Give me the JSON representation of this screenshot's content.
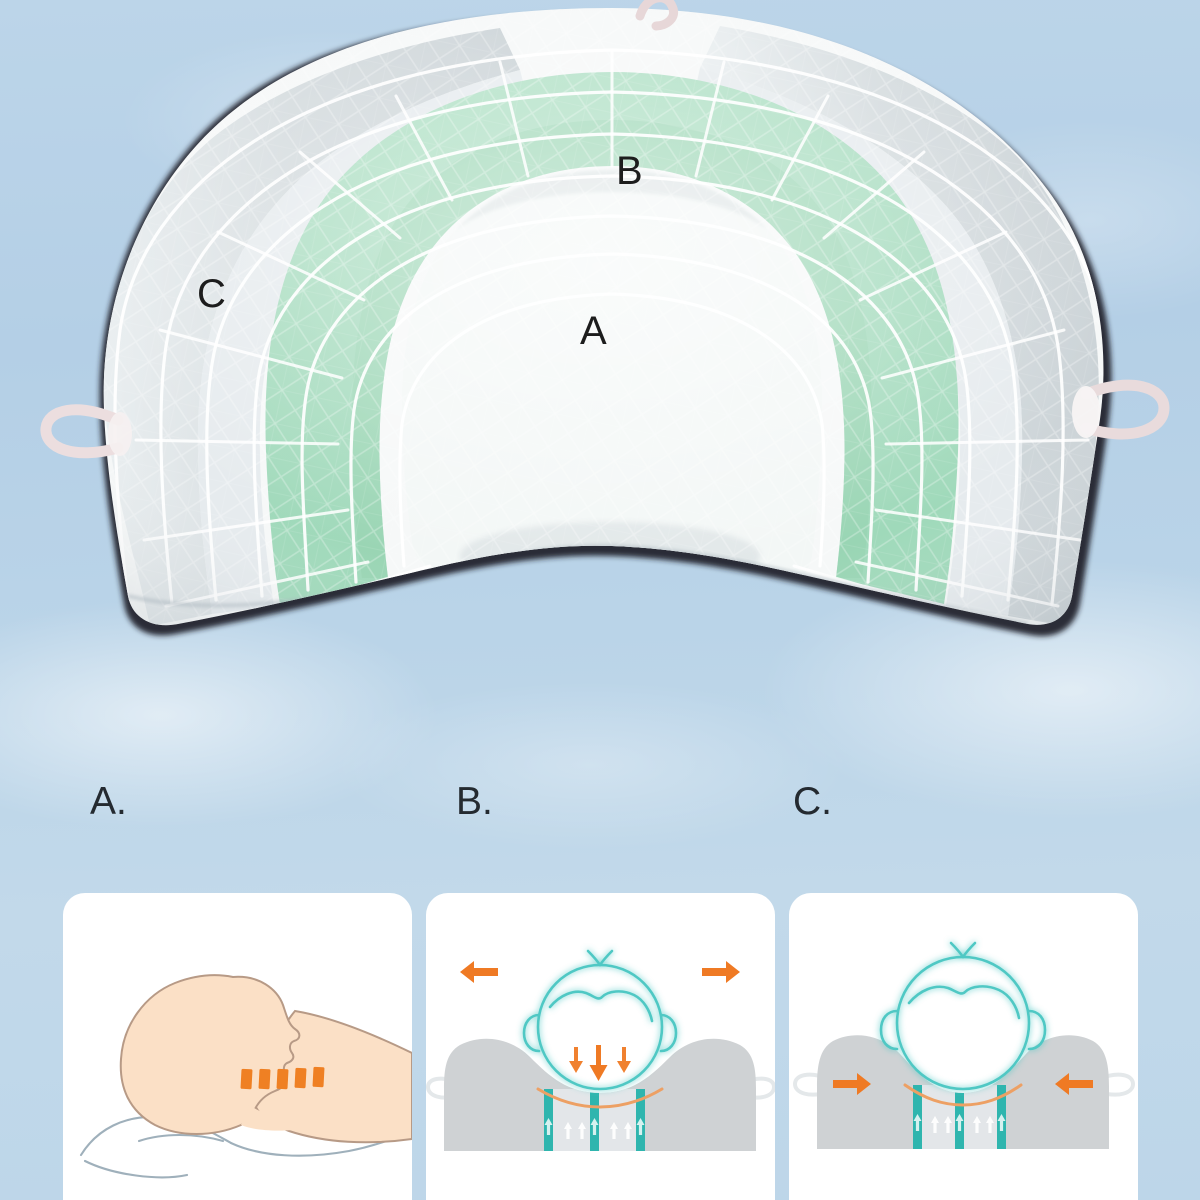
{
  "scene": {
    "background_top_color": "#bcd5e9",
    "background_bottom_color": "#bdd6e9",
    "description": "Sky-blue product infographic for a U-shaped cervical memory-foam pillow"
  },
  "product": {
    "name": "u-shaped-cervical-pillow",
    "fabric_color": "#f4f7f6",
    "zone_b_color": "#a9ddc1",
    "zone_c_color": "#d8dfe2",
    "piping_color": "#1c2128",
    "loop_color": "#eadfe0",
    "quilt_line_color": "#ffffff",
    "zones": [
      {
        "id": "A",
        "letter": "A",
        "region": "center-cradle",
        "color": "#f2f6f5"
      },
      {
        "id": "B",
        "letter": "B",
        "region": "inner-green-arch",
        "color": "#a9ddc1"
      },
      {
        "id": "C",
        "letter": "C",
        "region": "outer-grey-wing",
        "color": "#d8dfe2"
      }
    ],
    "loops": [
      {
        "name": "top-loop",
        "position": "top-center"
      },
      {
        "name": "left-loop",
        "position": "left-side"
      },
      {
        "name": "right-loop",
        "position": "right-side"
      }
    ]
  },
  "captions": [
    {
      "id": "A",
      "label": "A."
    },
    {
      "id": "B",
      "label": "B."
    },
    {
      "id": "C",
      "label": "C."
    }
  ],
  "panels": [
    {
      "id": "A",
      "name": "side-profile-neck-support",
      "view": "side profile of head and neck resting on pillow",
      "skin_fill": "#fbe0c6",
      "outline_color": "#b79a86",
      "pillow_outline_color": "#9aa9b4",
      "accent_color": "#ef8023",
      "support_bars": 5,
      "bar_color": "#ef8023"
    },
    {
      "id": "B",
      "name": "top-view-downward-pressure",
      "view": "top-down head centered on pillow",
      "head_outline_color": "#4fc8c4",
      "pillow_fill": "#cfd2d4",
      "arrow_color": "#ef7a24",
      "channel_color": "#2fb5ae",
      "outward_arrows": 2,
      "downward_arrows": 3,
      "channels": 3
    },
    {
      "id": "C",
      "name": "top-view-lateral-compression",
      "view": "top-down head with side wings pressing inward",
      "head_outline_color": "#4fc8c4",
      "pillow_fill": "#cfd2d4",
      "arrow_color": "#ef7a24",
      "channel_color": "#2fb5ae",
      "inward_arrows": 2,
      "channels": 3
    }
  ]
}
